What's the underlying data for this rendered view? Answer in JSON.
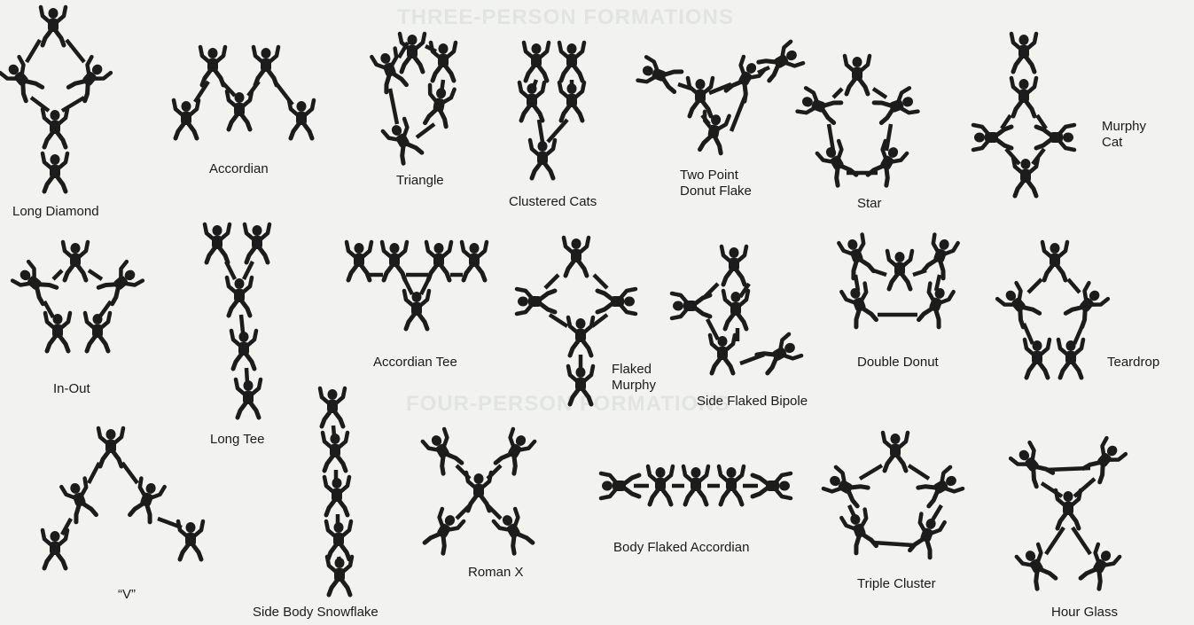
{
  "background_headings": {
    "top": "THREE-PERSON FORMATIONS",
    "middle": "FOUR-PERSON FORMATIONS"
  },
  "colors": {
    "background": "#f2f3f0",
    "figure": "#1c1c1c",
    "caption": "#1a1a1a",
    "faded_text": "#e2e4e1"
  },
  "figure_icon": "skydiver-silhouette",
  "formations": [
    {
      "id": "long-diamond",
      "label": "Long Diamond",
      "jumpers": 5
    },
    {
      "id": "accordian",
      "label": "Accordian",
      "jumpers": 5
    },
    {
      "id": "triangle",
      "label": "Triangle",
      "jumpers": 5
    },
    {
      "id": "clustered-cats",
      "label": "Clustered Cats",
      "jumpers": 5
    },
    {
      "id": "two-point-donut-flake",
      "label": "Two Point\nDonut Flake",
      "jumpers": 5
    },
    {
      "id": "star",
      "label": "Star",
      "jumpers": 5
    },
    {
      "id": "murphy-cat",
      "label": "Murphy\nCat",
      "jumpers": 5
    },
    {
      "id": "in-out",
      "label": "In-Out",
      "jumpers": 5
    },
    {
      "id": "long-tee",
      "label": "Long Tee",
      "jumpers": 5
    },
    {
      "id": "accordian-tee",
      "label": "Accordian Tee",
      "jumpers": 5
    },
    {
      "id": "flaked-murphy",
      "label": "Flaked\nMurphy",
      "jumpers": 5
    },
    {
      "id": "side-flaked-bipole",
      "label": "Side Flaked Bipole",
      "jumpers": 5
    },
    {
      "id": "double-donut",
      "label": "Double Donut",
      "jumpers": 5
    },
    {
      "id": "teardrop",
      "label": "Teardrop",
      "jumpers": 5
    },
    {
      "id": "v",
      "label": "“V”",
      "jumpers": 5
    },
    {
      "id": "side-body-snowflake",
      "label": "Side Body Snowflake",
      "jumpers": 5
    },
    {
      "id": "roman-x",
      "label": "Roman X",
      "jumpers": 5
    },
    {
      "id": "body-flaked-accordian",
      "label": "Body Flaked Accordian",
      "jumpers": 5
    },
    {
      "id": "triple-cluster",
      "label": "Triple Cluster",
      "jumpers": 5
    },
    {
      "id": "hour-glass",
      "label": "Hour Glass",
      "jumpers": 5
    }
  ]
}
